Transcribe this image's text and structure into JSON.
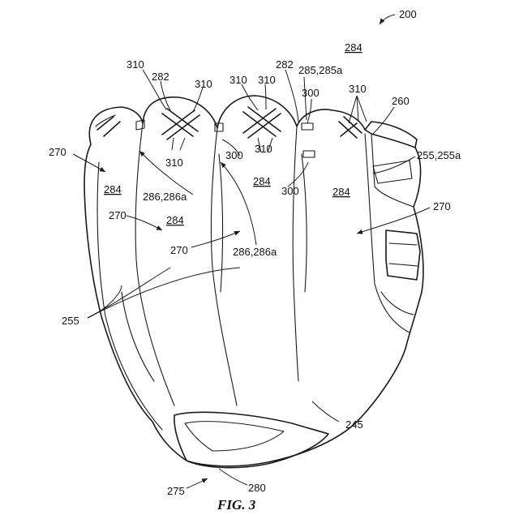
{
  "figure": {
    "caption": "FIG. 3",
    "labels": {
      "ref_200": "200",
      "ref_284_top": "284",
      "ref_310_a": "310",
      "ref_282_a": "282",
      "ref_310_b": "310",
      "ref_310_c": "310",
      "ref_310_d": "310",
      "ref_282_b": "282",
      "ref_285": "285,285a",
      "ref_300_a": "300",
      "ref_310_e": "310",
      "ref_260": "260",
      "ref_270_a": "270",
      "ref_310_f": "310",
      "ref_300_b": "300",
      "ref_310_g": "310",
      "ref_255_255a": "255,255a",
      "ref_284_a": "284",
      "ref_286_a": "286,286a",
      "ref_284_b": "284",
      "ref_300_c": "300",
      "ref_284_c": "284",
      "ref_270_b": "270",
      "ref_284_d": "284",
      "ref_270_c": "270",
      "ref_270_d": "270",
      "ref_286_b": "286,286a",
      "ref_255": "255",
      "ref_245": "245",
      "ref_275": "275",
      "ref_280": "280"
    }
  }
}
